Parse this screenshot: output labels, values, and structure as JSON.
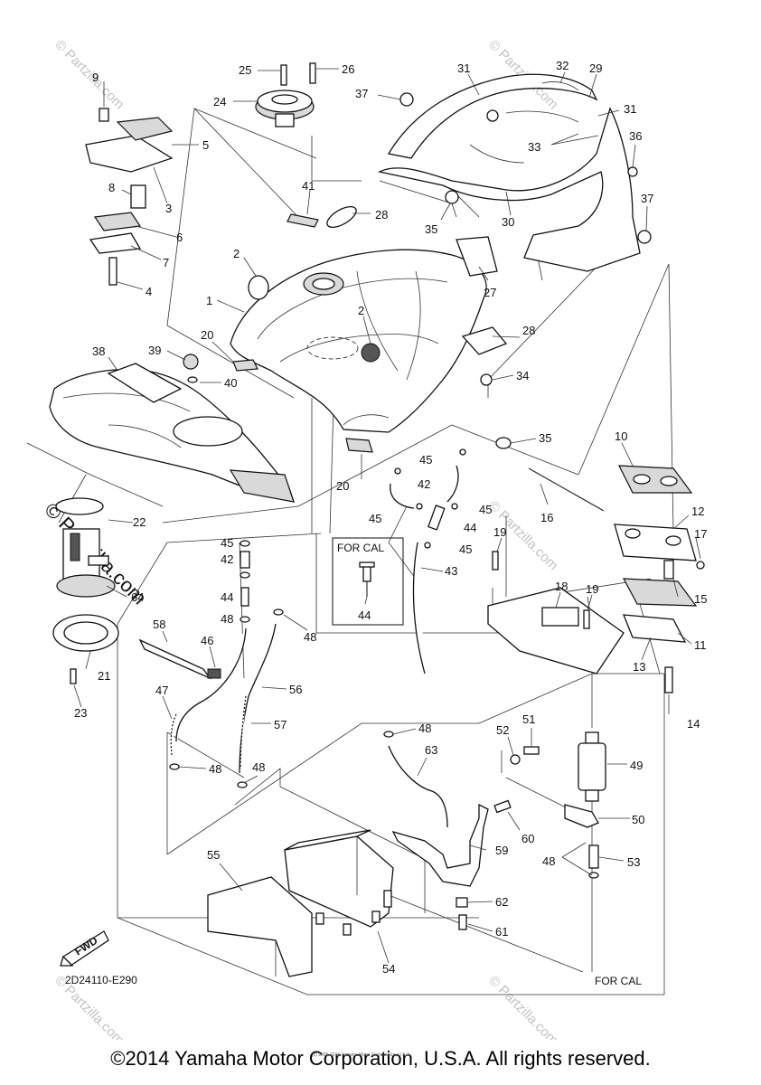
{
  "diagram": {
    "code": "2D24110-E290",
    "for_cal_labels": [
      "FOR CAL",
      "FOR CAL"
    ],
    "fwd_label": "FWD",
    "watermark": "© Partzilla.com",
    "callouts": [
      "1",
      "2",
      "2",
      "3",
      "4",
      "5",
      "6",
      "7",
      "8",
      "9",
      "10",
      "11",
      "12",
      "13",
      "14",
      "15",
      "16",
      "17",
      "18",
      "19",
      "19",
      "20",
      "20",
      "21",
      "22",
      "23",
      "24",
      "25",
      "26",
      "27",
      "28",
      "28",
      "29",
      "30",
      "31",
      "31",
      "32",
      "33",
      "34",
      "35",
      "35",
      "36",
      "37",
      "37",
      "38",
      "39",
      "40",
      "41",
      "42",
      "42",
      "43",
      "44",
      "44",
      "44",
      "45",
      "45",
      "45",
      "45",
      "45",
      "46",
      "47",
      "48",
      "48",
      "48",
      "48",
      "48",
      "48",
      "49",
      "50",
      "51",
      "52",
      "53",
      "54",
      "55",
      "56",
      "57",
      "58",
      "59",
      "60",
      "61",
      "62",
      "63",
      "64"
    ]
  },
  "footer": {
    "copyright": "©2014 Yamaha Motor Corporation, U.S.A. All rights reserved.",
    "tiny_copyright": "(c) 2005-2016 Yamaha Motor Corporation, U.S.A."
  }
}
